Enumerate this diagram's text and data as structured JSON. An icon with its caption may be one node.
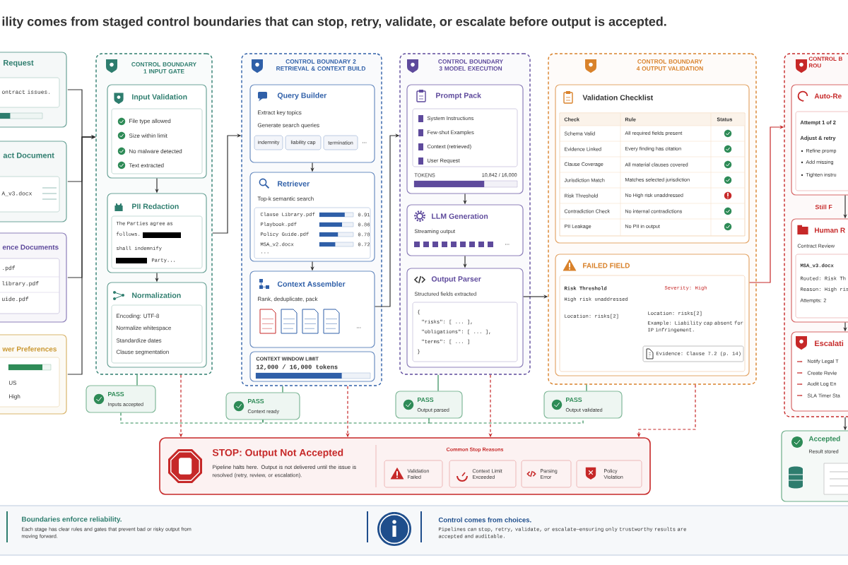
{
  "diagram": {
    "title": "ility comes from staged control boundaries that can stop, retry, validate, or escalate before output is accepted.",
    "nodes": [
      {
        "text": [
          "Request",
          "ontract issues."
        ]
      },
      {
        "text": [
          "act Document",
          "A_v3.docx"
        ]
      },
      {
        "text": [
          "ence Documents",
          ".pdf",
          "library.pdf",
          "uide.pdf"
        ]
      },
      {
        "text": [
          "wer Preferences",
          "US",
          "High"
        ]
      },
      {
        "text": [
          "CONTROL BOUNDARY 1 INPUT GATE"
        ]
      },
      {
        "text": [
          "Input Validation",
          "File type allowed",
          "Size within limit",
          "No malware detected",
          "Text extracted"
        ],
        "in": 4
      },
      {
        "text": [
          "PII Redaction",
          "The Parties agree as follows.",
          "shall indemnify",
          "Party..."
        ],
        "in": 4
      },
      {
        "text": [
          "Normalization",
          "Encoding: UTF-8",
          "Normalize whitespace",
          "Standardize dates",
          "Clause segmentation"
        ],
        "in": 4
      },
      {
        "text": [
          "PASS",
          "Inputs accepted"
        ]
      },
      {
        "text": [
          "CONTROL BOUNDARY 2 RETRIEVAL & CONTEXT BUILD"
        ]
      },
      {
        "text": [
          "Query Builder",
          "Extract key topics",
          "Generate search queries",
          "..."
        ],
        "in": 9
      },
      {
        "text": [
          "indemnity"
        ],
        "in": 10
      },
      {
        "text": [
          "liability cap"
        ],
        "in": 10
      },
      {
        "text": [
          "termination"
        ],
        "in": 10
      },
      {
        "text": [
          "Retriever",
          "Top-k semantic search",
          "Clause Library.pdf",
          "0.91",
          "Playbook.pdf",
          "0.86",
          "Policy Guide.pdf",
          "0.78",
          "MSA_v2.docx",
          "0.72",
          "..."
        ],
        "in": 9
      },
      {
        "text": [
          "Context Assembler",
          "Rank, deduplicate, pack",
          "..."
        ],
        "in": 9
      },
      {
        "text": [
          "CONTEXT WINDOW LIMIT",
          "12,000 / 16,000 tokens"
        ],
        "in": 9
      },
      {
        "text": [
          "PASS",
          "Context ready"
        ]
      },
      {
        "text": [
          "CONTROL BOUNDARY 3 MODEL EXECUTION"
        ]
      },
      {
        "text": [
          "Prompt Pack",
          "System Instructions",
          "Few-shot Examples",
          "Context (retrieved)",
          "User Request",
          "TOKENS",
          "10,842 / 16,000"
        ],
        "in": 18
      },
      {
        "text": [
          "LLM Generation",
          "Streaming output",
          "..."
        ],
        "in": 18
      },
      {
        "text": [
          "Output Parser",
          "Structured fields extracted",
          "{",
          "\"risks\": [ ... ],",
          "\"obligations\": [ ... ],",
          "\"terms\": [ ... ]",
          "}"
        ],
        "in": 18
      },
      {
        "text": [
          "PASS",
          "Output parsed"
        ]
      },
      {
        "text": [
          "CONTROL BOUNDARY 4 OUTPUT VALIDATION"
        ]
      },
      {
        "text": [
          "Validation Checklist",
          "Check",
          "Rule",
          "Status",
          "Schema Valid",
          "All required fields present",
          "Evidence Linked",
          "Every finding has citation",
          "Clause Coverage",
          "All material clauses covered",
          "Jurisdiction Match",
          "Matches selected jurisdiction",
          "Risk Threshold",
          "No High risk unaddressed",
          "Contradiction Check",
          "No internal contradictions",
          "PII Leakage",
          "No PII in output"
        ],
        "in": 23
      },
      {
        "text": [
          "FAILED FIELD",
          "Risk Threshold",
          "High risk unaddressed",
          "Severity: High",
          "Location: risks[2]",
          "Location: risks[2]",
          "Example: Liability cap absent for IP infringement.",
          "Evidence: Clause 7.2 (p. 14)"
        ],
        "in": 23
      },
      {
        "text": [
          "PASS",
          "Output validated"
        ]
      },
      {
        "text": [
          "CONTROL B ROU"
        ]
      },
      {
        "text": [
          "Auto-Re",
          "Attempt 1 of 2",
          "Adjust & retry",
          "Refine promp",
          "Add missing",
          "Tighten instru"
        ],
        "in": 27
      },
      {
        "text": [
          "Human R",
          "Contract Review",
          "MSA_v3.docx",
          "Routed: Risk Th",
          "Reason: High ris",
          "Attempts: 2"
        ],
        "in": 27
      },
      {
        "text": [
          "Escalati",
          "Notify Legal T",
          "Create Revie",
          "Audit Log En",
          "SLA Timer Sta"
        ],
        "in": 27
      },
      {
        "text": [
          "Accepted",
          "Result stored"
        ]
      },
      {
        "text": [
          "STOP: Output Not Accepted",
          "Pipeline halts here. Output is not delivered until the issue is resolved (retry, review, or escalation).",
          "Common Stop Reasons"
        ]
      },
      {
        "text": [
          "Validation Failed"
        ],
        "in": 32
      },
      {
        "text": [
          "Context Limit Exceeded"
        ],
        "in": 32
      },
      {
        "text": [
          "Parsing Error"
        ],
        "in": 32
      },
      {
        "text": [
          "Policy Violation"
        ],
        "in": 32
      },
      {
        "text": [
          "Boundaries enforce reliability.",
          "Each stage has clear rules and gates that prevent bad or risky output from moving forward.",
          "Control comes from choices.",
          "Pipelines can stop, retry, validate, or escalate—ensuring only trustworthy results are accepted and auditable."
        ]
      }
    ],
    "edges": [
      {
        "from": 0,
        "to": 4,
        "arrow": "to"
      },
      {
        "from": 1,
        "to": 4,
        "arrow": "to"
      },
      {
        "from": 2,
        "to": 4,
        "arrow": "to"
      },
      {
        "from": 3,
        "to": 4,
        "arrow": "to"
      },
      {
        "from": 5,
        "to": 6,
        "arrow": "to"
      },
      {
        "from": 6,
        "to": 7,
        "arrow": "to"
      },
      {
        "from": 4,
        "to": 8,
        "arrow": "none",
        "color": "#2e8b57"
      },
      {
        "from": 4,
        "to": 9,
        "arrow": "to"
      },
      {
        "from": 10,
        "to": 14,
        "arrow": "to"
      },
      {
        "from": 14,
        "to": 15,
        "arrow": "to"
      },
      {
        "from": 9,
        "to": 17,
        "arrow": "none",
        "color": "#2e8b57"
      },
      {
        "from": 15,
        "to": 18,
        "arrow": "to"
      },
      {
        "from": 19,
        "to": 20,
        "arrow": "to"
      },
      {
        "from": 20,
        "to": 21,
        "arrow": "to"
      },
      {
        "from": 18,
        "to": 22,
        "arrow": "none",
        "color": "#2e8b57"
      },
      {
        "from": 21,
        "to": 23,
        "arrow": "to"
      },
      {
        "from": 23,
        "to": 26,
        "arrow": "none",
        "color": "#2e8b57"
      },
      {
        "from": 25,
        "to": 27,
        "arrow": "to",
        "color": "#c62828"
      },
      {
        "from": 28,
        "to": 29,
        "arrow": "to",
        "label": "Still F"
      },
      {
        "from": 29,
        "to": 30,
        "arrow": "to"
      },
      {
        "from": 27,
        "to": 31,
        "arrow": "to"
      },
      {
        "from": 4,
        "to": 32,
        "arrow": "to",
        "style": "dashed",
        "color": "#c62828"
      },
      {
        "from": 9,
        "to": 32,
        "arrow": "to",
        "style": "dashed",
        "color": "#c62828"
      },
      {
        "from": 18,
        "to": 32,
        "arrow": "to",
        "style": "dashed",
        "color": "#c62828"
      },
      {
        "from": 23,
        "to": 32,
        "arrow": "to",
        "style": "dashed",
        "color": "#c62828"
      },
      {
        "from": 8,
        "to": 17,
        "arrow": "none",
        "style": "dashed",
        "color": "#2e8b57"
      },
      {
        "from": 17,
        "to": 22,
        "arrow": "none",
        "style": "dashed",
        "color": "#2e8b57"
      },
      {
        "from": 22,
        "to": 26,
        "arrow": "none",
        "style": "dashed",
        "color": "#2e8b57"
      }
    ]
  }
}
